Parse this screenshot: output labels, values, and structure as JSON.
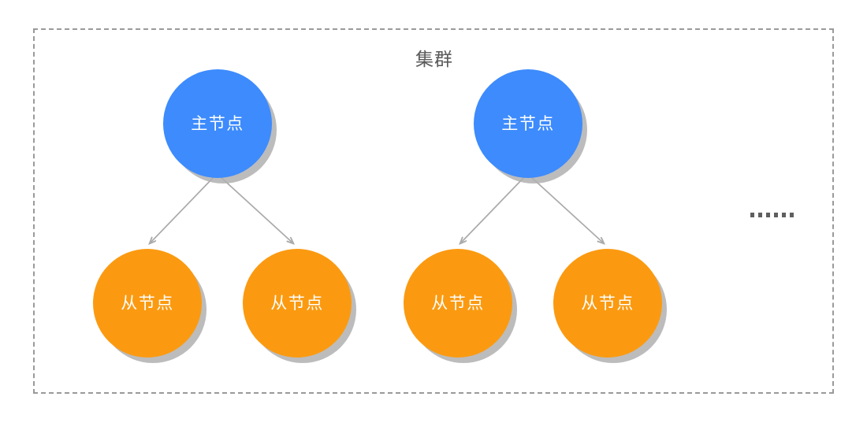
{
  "diagram": {
    "type": "cluster-topology",
    "title": "集群",
    "background_color": "#ffffff",
    "boundary": {
      "style": "dashed",
      "color": "#9a9a9a",
      "label": "集群"
    },
    "colors": {
      "master_node": "#3d8bfd",
      "slave_node": "#fb9a10",
      "node_shadow": "#b0b0b0",
      "edge": "#aaaaaa",
      "title_text": "#5a5a5a",
      "node_text": "#ffffff",
      "ellipsis": "#5f5f5f",
      "boundary": "#9a9a9a"
    },
    "groups": [
      {
        "name": "group-1",
        "master": {
          "label": "主节点",
          "role": "master"
        },
        "slaves": [
          {
            "label": "从节点",
            "role": "slave"
          },
          {
            "label": "从节点",
            "role": "slave"
          }
        ]
      },
      {
        "name": "group-2",
        "master": {
          "label": "主节点",
          "role": "master"
        },
        "slaves": [
          {
            "label": "从节点",
            "role": "slave"
          },
          {
            "label": "从节点",
            "role": "slave"
          }
        ]
      }
    ],
    "continuation": {
      "label": "……",
      "dot_count": 6
    }
  }
}
